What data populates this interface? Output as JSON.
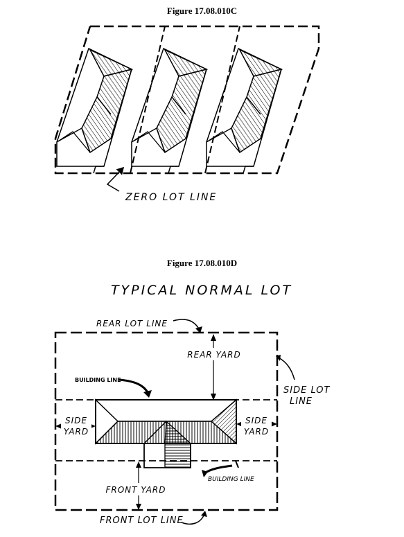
{
  "figure_c": {
    "caption": "Figure 17.08.010C",
    "zero_lot_line_label": "ZERO LOT LINE"
  },
  "figure_d": {
    "caption": "Figure 17.08.010D",
    "heading": "TYPICAL NORMAL LOT",
    "rear_lot_line": "REAR LOT LINE",
    "rear_yard": "REAR YARD",
    "building_line_top": "BUILDING LINE",
    "side_lot_line_1": "SIDE LOT",
    "side_lot_line_2": "LINE",
    "side_yard_left_1": "SIDE",
    "side_yard_left_2": "YARD",
    "side_yard_right_1": "SIDE",
    "side_yard_right_2": "YARD",
    "building_line_bottom": "BUILDING LINE",
    "front_yard": "FRONT YARD",
    "front_lot_line": "FRONT LOT LINE"
  }
}
